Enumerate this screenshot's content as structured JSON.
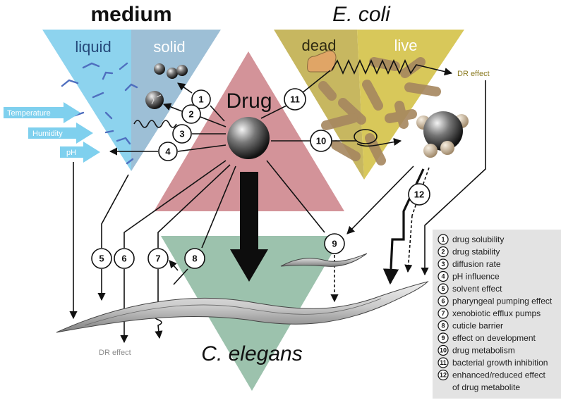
{
  "titles": {
    "medium": "medium",
    "ecoli": "E. coli",
    "drug": "Drug",
    "celegans": "C. elegans"
  },
  "zones": {
    "liquid": "liquid",
    "solid": "solid",
    "dead": "dead",
    "live": "live"
  },
  "factors": [
    "Temperature",
    "Humidity",
    "pH"
  ],
  "dr_effect_ecoli": "DR effect",
  "dr_effect_worm": "DR effect",
  "markers": [
    "1",
    "2",
    "3",
    "4",
    "5",
    "6",
    "7",
    "8",
    "9",
    "10",
    "11",
    "12"
  ],
  "legend": [
    {
      "num": "1",
      "text": "drug solubility"
    },
    {
      "num": "2",
      "text": "drug stability"
    },
    {
      "num": "3",
      "text": "diffusion rate"
    },
    {
      "num": "4",
      "text": "pH influence"
    },
    {
      "num": "5",
      "text": "solvent effect"
    },
    {
      "num": "6",
      "text": "pharyngeal pumping effect"
    },
    {
      "num": "7",
      "text": "xenobiotic efflux pumps"
    },
    {
      "num": "8",
      "text": "cuticle barrier"
    },
    {
      "num": "9",
      "text": "effect on development"
    },
    {
      "num": "10",
      "text": "drug metabolism"
    },
    {
      "num": "11",
      "text": "bacterial growth inhibition"
    },
    {
      "num": "12",
      "text": "enhanced/reduced effect"
    }
  ],
  "legend_tail": "of drug metabolite",
  "colors": {
    "liquid": "#8dd3ee",
    "solid": "#9dbfd6",
    "factor_arrows": "#7fd0ee",
    "ecoli_dead": "#c7b760",
    "ecoli_live": "#d8c85a",
    "drug": "#cf8a90",
    "celegans": "#9cc2ad",
    "legend_box": "#e3e3e3",
    "bacteria": "#a6875f",
    "dr_effect_ecoli": "#8a7a1f"
  }
}
